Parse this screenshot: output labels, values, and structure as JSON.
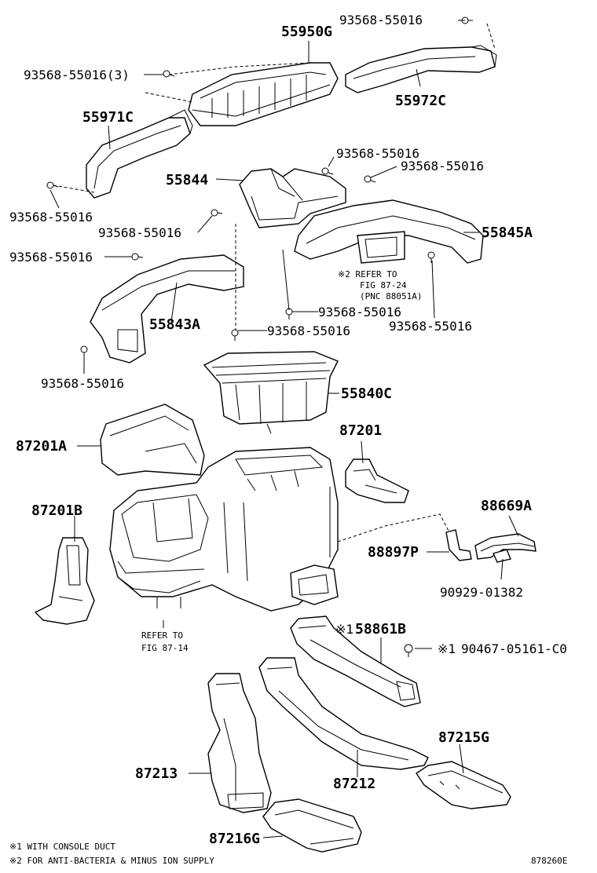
{
  "labels": {
    "p55950G": "55950G",
    "p93568_top_right": "93568-55016",
    "p93568_3": "93568-55016(3)",
    "p55972C": "55972C",
    "p55971C": "55971C",
    "p93568_left1": "93568-55016",
    "p55844": "55844",
    "p93568_mid1": "93568-55016",
    "p93568_mid2": "93568-55016",
    "p93568_mid3": "93568-55016",
    "p55845A": "55845A",
    "p93568_left2": "93568-55016",
    "p55843A": "55843A",
    "p93568_center1": "93568-55016",
    "p93568_center2": "93568-55016",
    "p93568_right2": "93568-55016",
    "p93568_left3": "93568-55016",
    "p55840C": "55840C",
    "p87201": "87201",
    "p87201A": "87201A",
    "p88669A": "88669A",
    "p87201B": "87201B",
    "p88897P": "88897P",
    "p90929": "90929-01382",
    "p58861B": "58861B",
    "p90467": "90467-05161-C0",
    "p87215G": "87215G",
    "p87213": "87213",
    "p87212": "87212",
    "p87216G": "87216G",
    "diagram_code": "878260E"
  },
  "notes": {
    "refer_1_line1": "※2 REFER TO",
    "refer_1_line2": "FIG 87-24",
    "refer_1_line3": "(PNC 88051A)",
    "refer_2_line1": "REFER TO",
    "refer_2_line2": "FIG 87-14",
    "mark1": "※1",
    "mark2": "※1",
    "footnote1": "※1 WITH CONSOLE DUCT",
    "footnote2": "※2 FOR ANTI-BACTERIA & MINUS ION SUPPLY"
  }
}
